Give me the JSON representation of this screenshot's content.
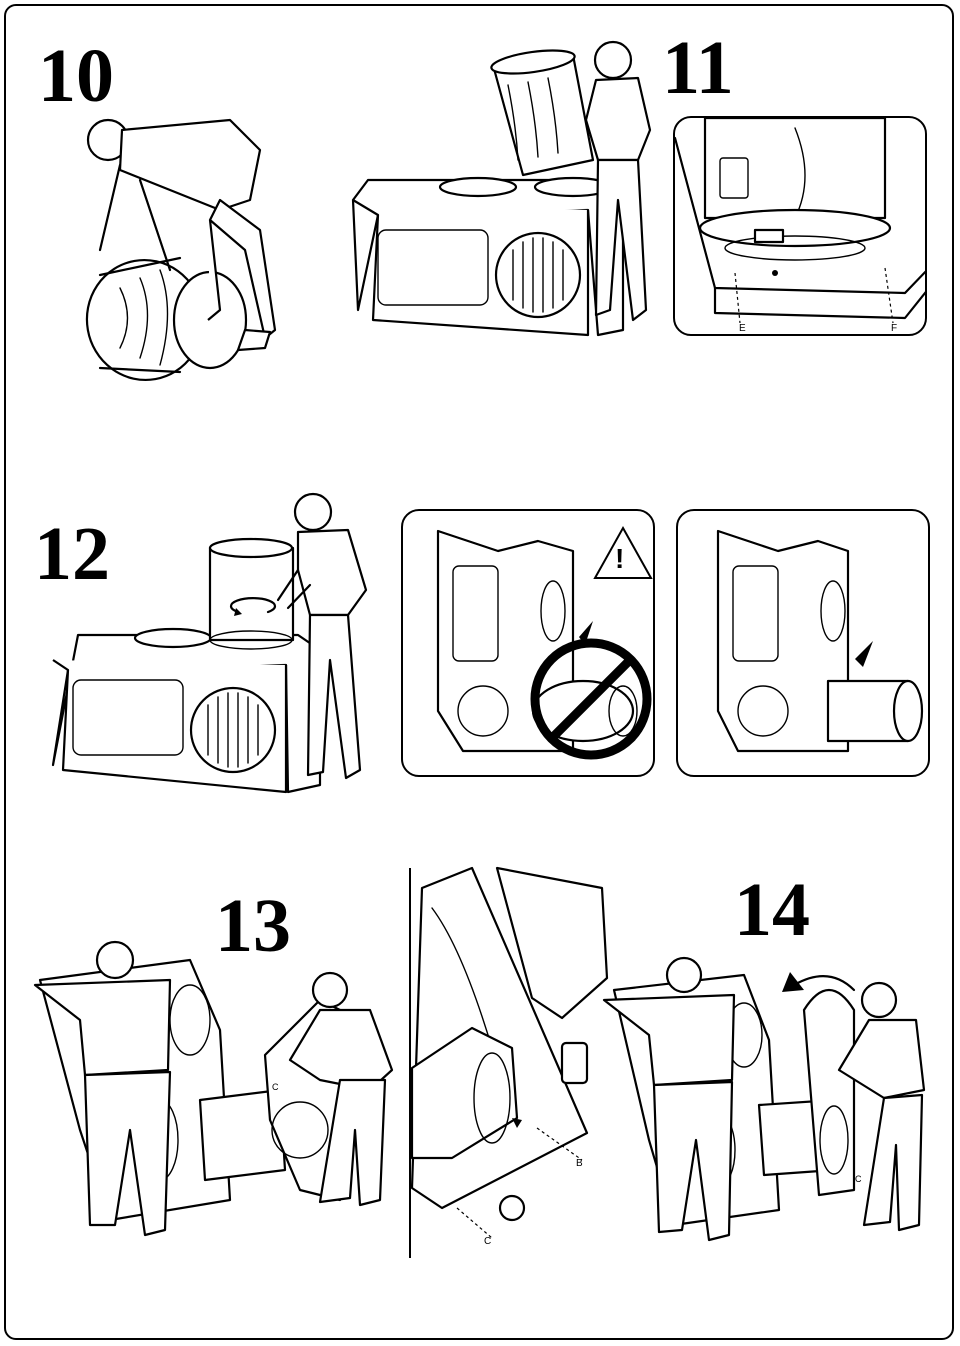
{
  "steps": {
    "s10": "10",
    "s11": "11",
    "s12": "12",
    "s13": "13",
    "s14": "14"
  },
  "callouts": {
    "e": "E",
    "f": "F",
    "b": "B",
    "c_detail": "C",
    "c_step13": "C",
    "c_step14": "C"
  },
  "warning": {
    "symbol": "!",
    "icon": "warning-triangle-icon",
    "prohibited_icon": "prohibited-icon"
  }
}
